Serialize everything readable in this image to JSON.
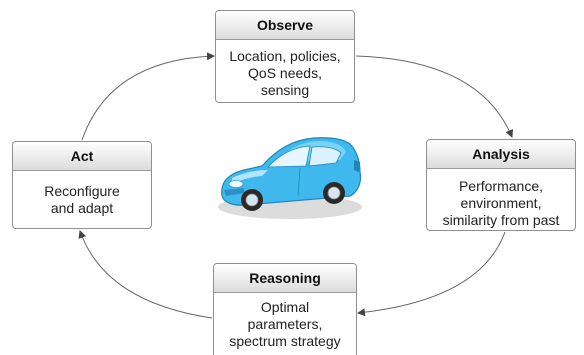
{
  "cycle": {
    "observe": {
      "title": "Observe",
      "lines": [
        "Location, policies,",
        "QoS needs,",
        "sensing"
      ]
    },
    "analysis": {
      "title": "Analysis",
      "lines": [
        "Performance,",
        "environment,",
        "similarity from past"
      ]
    },
    "reasoning": {
      "title": "Reasoning",
      "lines": [
        "Optimal",
        "parameters,",
        "spectrum strategy"
      ]
    },
    "act": {
      "title": "Act",
      "lines": [
        "Reconfigure",
        "and adapt"
      ]
    }
  },
  "center_image": {
    "icon": "car-icon",
    "body_color": "#3fb8ee",
    "shadow_color": "#cfcfcf"
  },
  "colors": {
    "arrow": "#555555",
    "box_border": "#8f8f8f"
  }
}
